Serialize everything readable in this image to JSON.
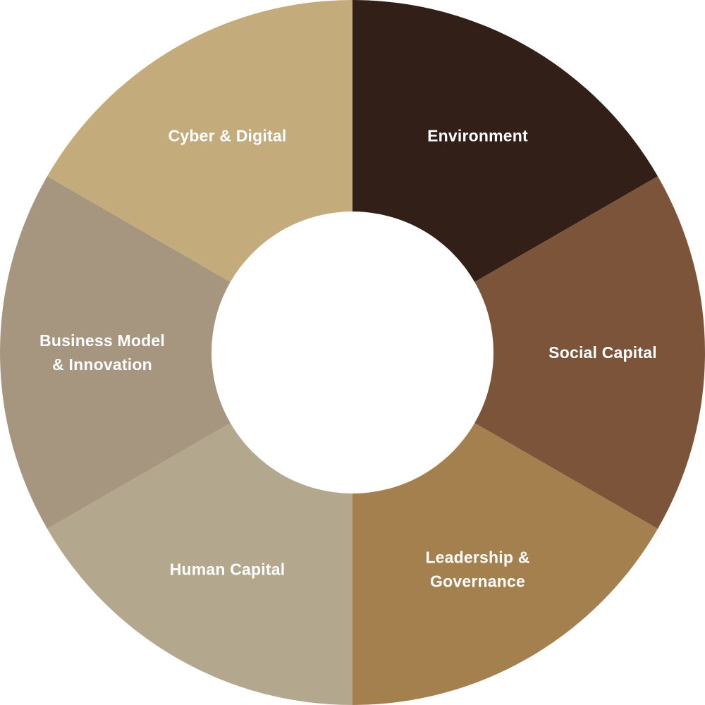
{
  "diagram": {
    "type": "donut",
    "segments": [
      {
        "id": "environment",
        "lines": [
          "Environment"
        ],
        "color": "#321f18",
        "value": 1
      },
      {
        "id": "social-capital",
        "lines": [
          "Social Capital"
        ],
        "color": "#7c5439",
        "value": 1
      },
      {
        "id": "leadership-governance",
        "lines": [
          "Leadership &",
          "Governance"
        ],
        "color": "#a5804f",
        "value": 1
      },
      {
        "id": "human-capital",
        "lines": [
          "Human Capital"
        ],
        "color": "#b3a88d",
        "value": 1
      },
      {
        "id": "business-model-innovation",
        "lines": [
          "Business Model",
          "& Innovation"
        ],
        "color": "#a6957f",
        "value": 1
      },
      {
        "id": "cyber-digital",
        "lines": [
          "Cyber & Digital"
        ],
        "color": "#c4ab7b",
        "value": 1
      }
    ]
  }
}
